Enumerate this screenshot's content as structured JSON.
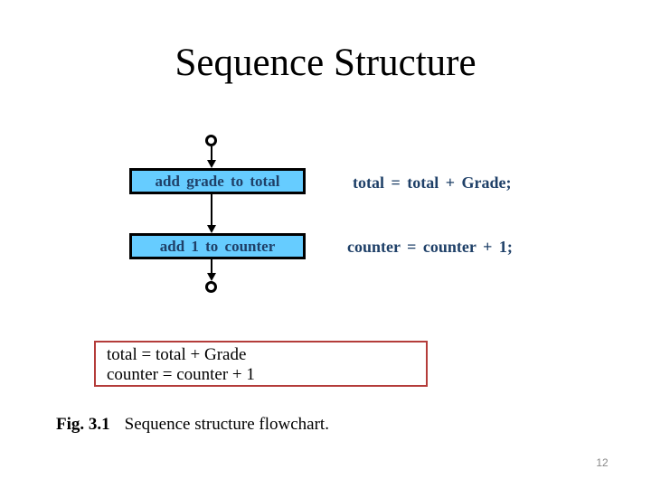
{
  "page": {
    "title": "Sequence Structure",
    "page_number": "12"
  },
  "flowchart": {
    "start_connector": "connector-circle",
    "end_connector": "connector-circle",
    "steps": [
      {
        "label": "add grade to total",
        "code": "total = total + Grade;"
      },
      {
        "label": "add 1 to counter",
        "code": "counter = counter + 1;"
      }
    ]
  },
  "summary_box": {
    "lines": [
      "total = total + Grade",
      "counter = counter + 1"
    ]
  },
  "caption": {
    "figure_label": "Fig. 3.1",
    "text": "Sequence structure flowchart."
  },
  "colors": {
    "process_box_fill": "#66ccff",
    "process_box_border": "#000000",
    "flow_text": "#1f4068",
    "summary_border": "#b43c3a",
    "page_number": "#8a8a8a"
  }
}
